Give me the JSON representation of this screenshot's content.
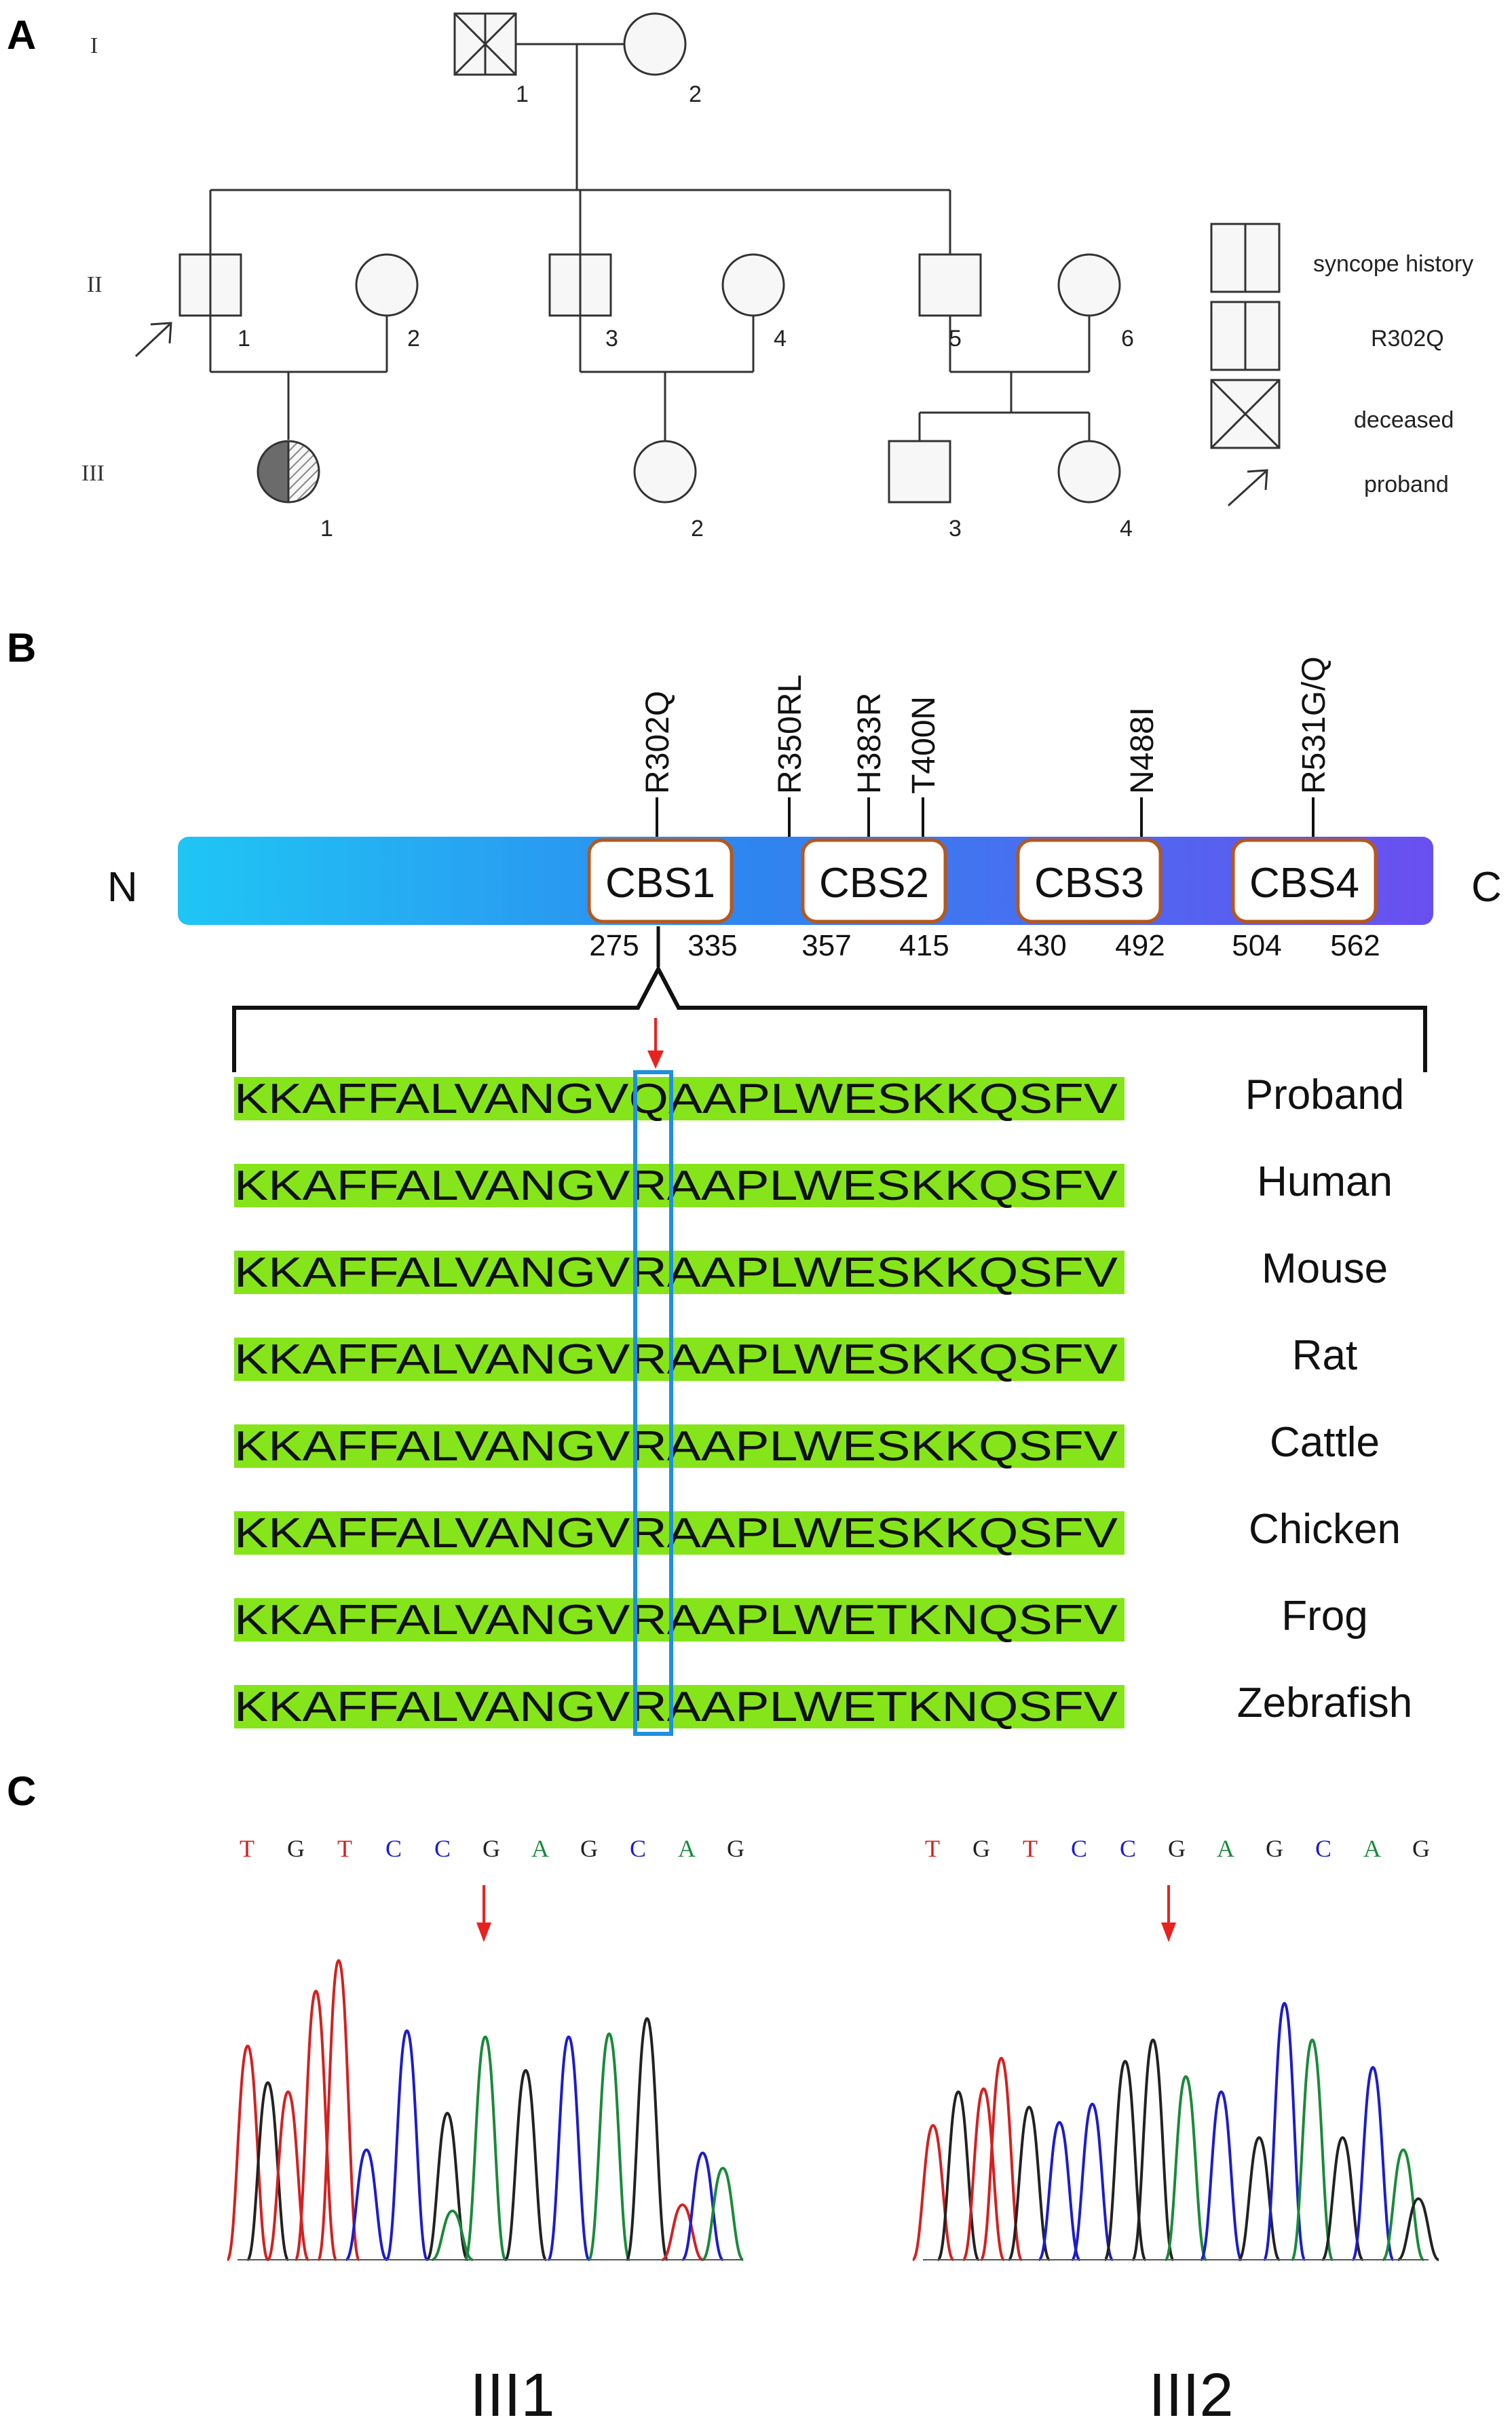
{
  "panels": {
    "a": "A",
    "b": "B",
    "c": "C"
  },
  "pedigree": {
    "generations": [
      "I",
      "II",
      "III"
    ],
    "individual_numbers": {
      "I": [
        "1",
        "2"
      ],
      "II": [
        "1",
        "2",
        "3",
        "4",
        "5",
        "6"
      ],
      "III": [
        "1",
        "2",
        "3",
        "4"
      ]
    },
    "legend": [
      {
        "key": "syncope",
        "label": "syncope history"
      },
      {
        "key": "mutation",
        "label": "R302Q"
      },
      {
        "key": "deceased",
        "label": "deceased"
      },
      {
        "key": "proband",
        "label": "proband"
      }
    ],
    "colors": {
      "affected_fill": "#6b6b6b",
      "hatch": "#888888",
      "outline": "#333333",
      "unaffected_fill": "#f7f7f7"
    }
  },
  "protein": {
    "n_label": "N",
    "c_label": "C",
    "bar_gradient": [
      "#1fc6f4",
      "#2e7ff0",
      "#6a4ff0"
    ],
    "domain_border_color": "#b5581c",
    "domains": [
      {
        "name": "CBS1",
        "start": "275",
        "end": "335"
      },
      {
        "name": "CBS2",
        "start": "357",
        "end": "415"
      },
      {
        "name": "CBS3",
        "start": "430",
        "end": "492"
      },
      {
        "name": "CBS4",
        "start": "504",
        "end": "562"
      }
    ],
    "mutations": [
      {
        "label": "R302Q",
        "highlight": true
      },
      {
        "label": "R350RL",
        "highlight": false
      },
      {
        "label": "H383R",
        "highlight": false
      },
      {
        "label": "T400N",
        "highlight": false
      },
      {
        "label": "N488I",
        "highlight": false
      },
      {
        "label": "R531G/Q",
        "highlight": false
      }
    ],
    "highlight_color": "#e8231f"
  },
  "alignment": {
    "seq_background": "#86e51a",
    "box_color": "#1f8fe0",
    "rows": [
      {
        "species": "Proband",
        "seq": "KKAFFALVANGVQAAPLWESKKQSFV"
      },
      {
        "species": "Human",
        "seq": "KKAFFALVANGVRAAPLWESKKQSFV"
      },
      {
        "species": "Mouse",
        "seq": "KKAFFALVANGVRAAPLWESKKQSFV"
      },
      {
        "species": "Rat",
        "seq": "KKAFFALVANGVRAAPLWESKKQSFV"
      },
      {
        "species": "Cattle",
        "seq": "KKAFFALVANGVRAAPLWESKKQSFV"
      },
      {
        "species": "Chicken",
        "seq": "KKAFFALVANGVRAAPLWESKKQSFV"
      },
      {
        "species": "Frog",
        "seq": "KKAFFALVANGVRAAPLWETKNQSFV"
      },
      {
        "species": "Zebrafish",
        "seq": "KKAFFALVANGVRAAPLWETKNQSFV"
      }
    ]
  },
  "chromatograms": {
    "base_colors": {
      "T": "#d42020",
      "G": "#222222",
      "C": "#1c1ccf",
      "A": "#1a8a3a"
    },
    "traces": [
      {
        "sample": "III1",
        "sequence": [
          "T",
          "G",
          "T",
          "C",
          "C",
          "G",
          "A",
          "G",
          "C",
          "A",
          "G"
        ]
      },
      {
        "sample": "III2",
        "sequence": [
          "T",
          "G",
          "T",
          "C",
          "C",
          "G",
          "A",
          "G",
          "C",
          "A",
          "G"
        ]
      }
    ]
  }
}
